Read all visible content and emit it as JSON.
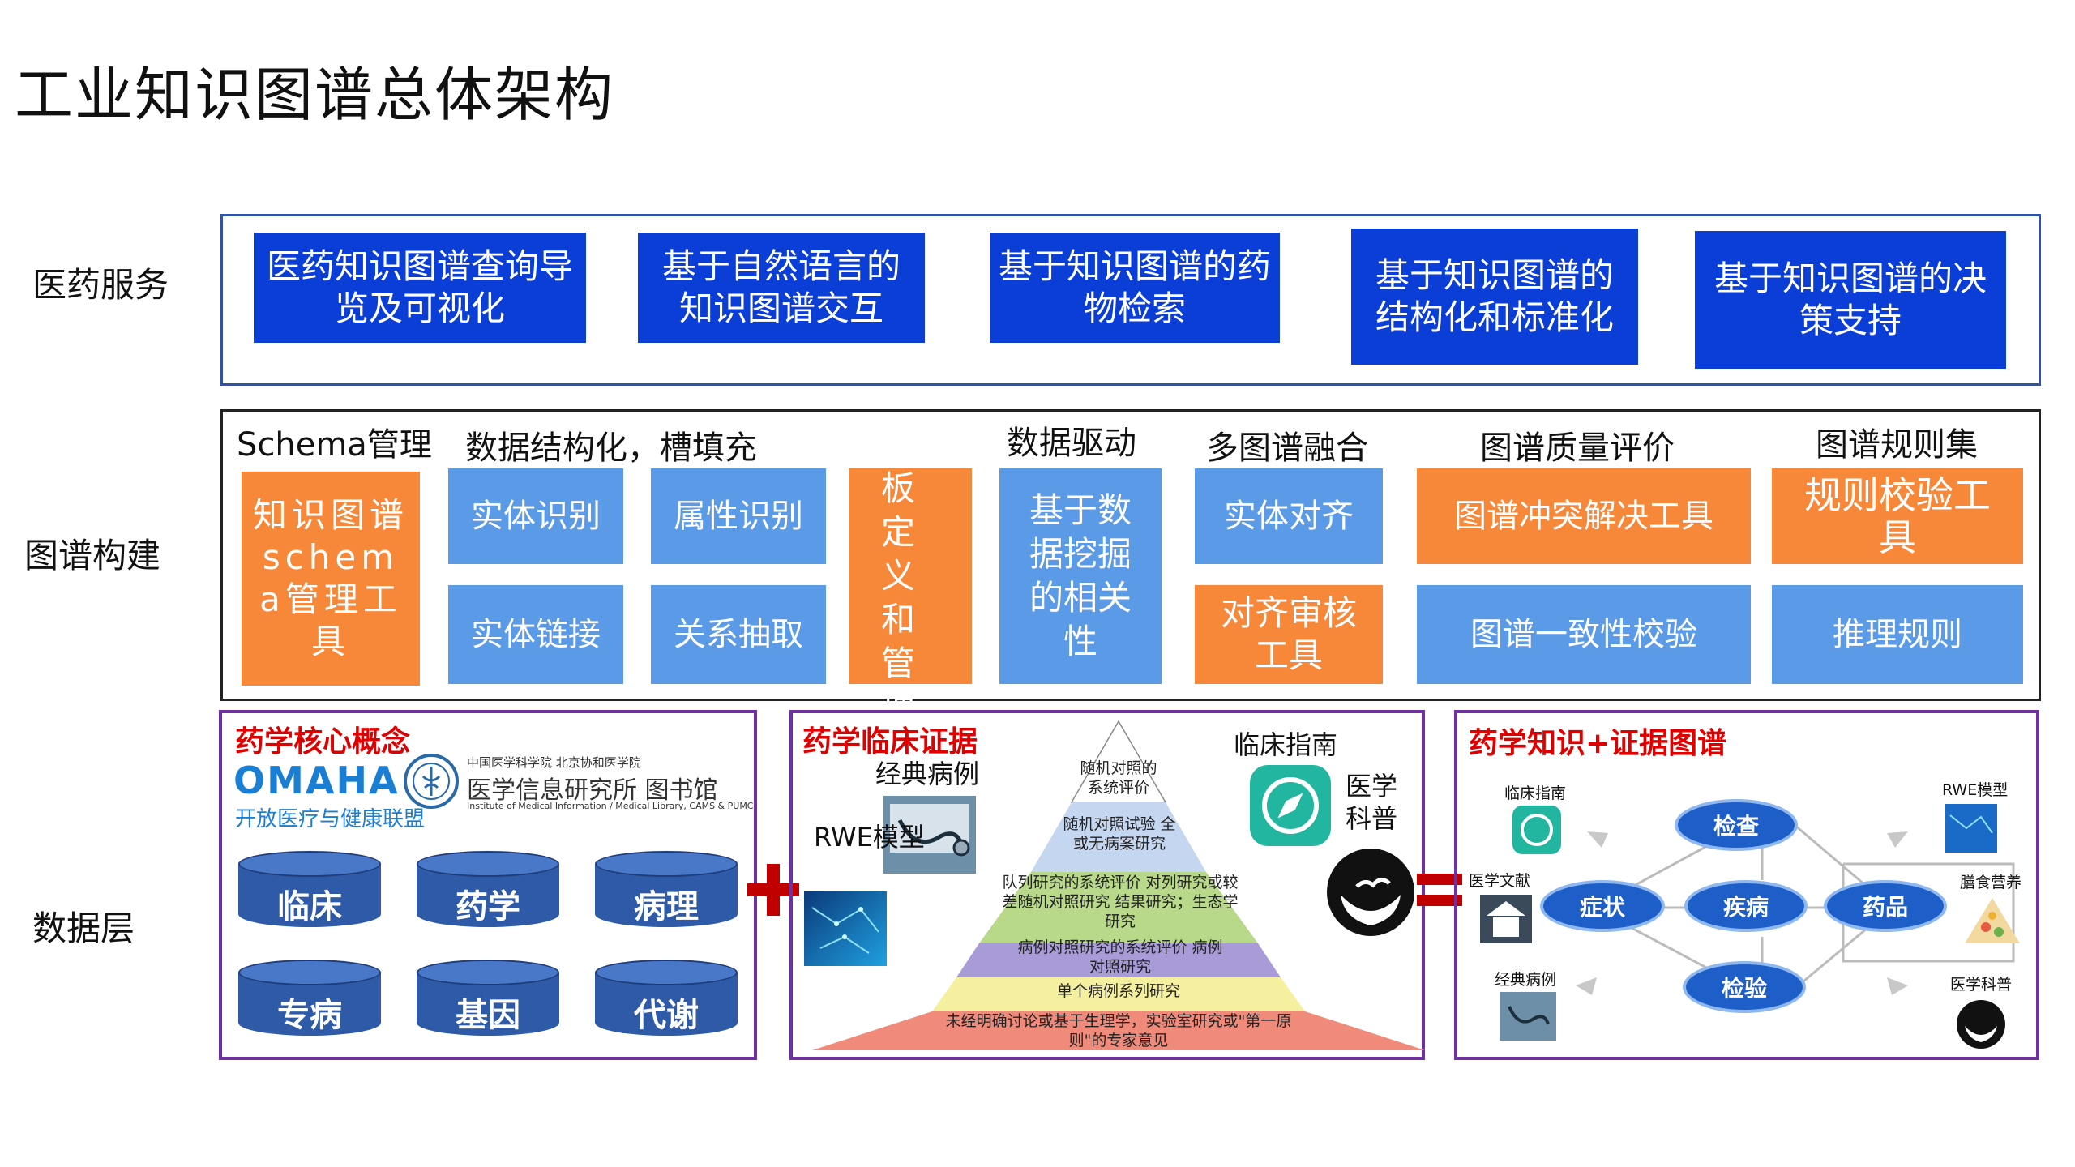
{
  "title": "工业知识图谱总体架构",
  "rows": {
    "services": "医药服务",
    "build": "图谱构建",
    "data": "数据层"
  },
  "services": [
    "医药知识图谱查询导览及可视化",
    "基于自然语言的知识图谱交互",
    "基于知识图谱的药物检索",
    "基于知识图谱的结构化和标准化",
    "基于知识图谱的决策支持"
  ],
  "build": {
    "headers": {
      "schema": "Schema管理",
      "structuring": "数据结构化，槽填充",
      "driven": "数据驱动",
      "fusion": "多图谱融合",
      "quality": "图谱质量评价",
      "rules": "图谱规则集"
    },
    "schema_tool": "知识图谱schema管理工具",
    "entity_recognition": "实体识别",
    "attribute_recognition": "属性识别",
    "entity_linking": "实体链接",
    "relation_extraction": "关系抽取",
    "template": "模板定义和管理",
    "data_mining": "基于数据挖掘的相关性",
    "entity_alignment": "实体对齐",
    "alignment_review": "对齐审核工具",
    "conflict_tool": "图谱冲突解决工具",
    "consistency": "图谱一致性校验",
    "rule_check": "规则校验工具",
    "reasoning": "推理规则"
  },
  "data": {
    "core": {
      "title": "药学核心概念",
      "omaha": "OMAHA",
      "omaha_sub": "开放医疗与健康联盟",
      "inst_top": "中国医学科学院  北京协和医学院",
      "inst_name": "医学信息研究所  图书馆",
      "inst_en": "Institute of Medical Information / Medical Library, CAMS & PUMC",
      "cylinders": [
        "临床",
        "药学",
        "病理",
        "专病",
        "基因",
        "代谢"
      ]
    },
    "evidence": {
      "title": "药学临床证据",
      "classic_cases": "经典病例",
      "rwe": "RWE模型",
      "guideline": "临床指南",
      "popsci": "医学科普",
      "pyramid": [
        "随机对照的系统评价",
        "随机对照试验 全或无病案研究",
        "队列研究的系统评价 对列研究或较差随机对照研究 结果研究；生态学研究",
        "病例对照研究的系统评价 病例对照研究",
        "单个病例系列研究",
        "未经明确讨论或基于生理学，实验室研究或\"第一原则\"的专家意见"
      ],
      "pyramid_colors": [
        "#ffffff",
        "#c5d6f0",
        "#b9d98a",
        "#a99bd8",
        "#f5f0a0",
        "#f08a7a"
      ]
    },
    "kg": {
      "title": "药学知识+证据图谱",
      "nodes": [
        "检查",
        "症状",
        "疾病",
        "药品",
        "检验"
      ],
      "sources": [
        "临床指南",
        "RWE模型",
        "医学文献",
        "膳食营养",
        "经典病例",
        "医学科普"
      ]
    },
    "plus": "+",
    "equals": "="
  },
  "colors": {
    "service_blue": "#0a3ed6",
    "light_blue": "#5a9ae6",
    "orange": "#f7883a",
    "purple": "#7030a0",
    "red": "#e00000"
  }
}
